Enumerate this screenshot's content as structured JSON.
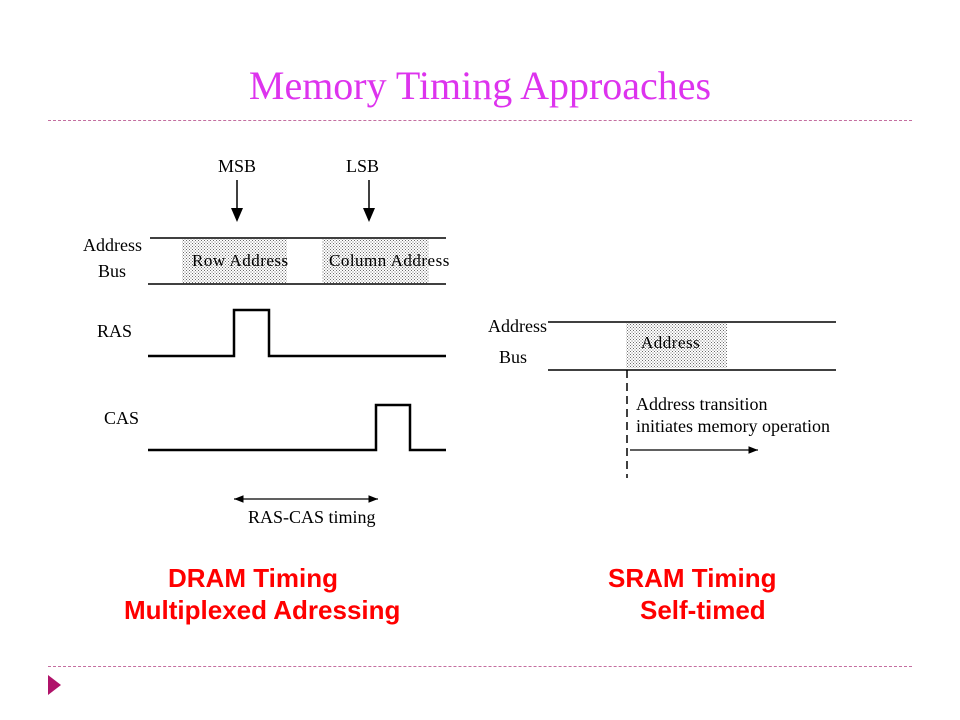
{
  "title": "Memory Timing Approaches",
  "dram": {
    "msb": "MSB",
    "lsb": "LSB",
    "address_label_1": "Address",
    "address_label_2": "Bus",
    "row_address": "Row Address",
    "column_address": "Column Address",
    "ras": "RAS",
    "cas": "CAS",
    "ras_cas_timing": "RAS-CAS timing",
    "caption_1": "DRAM Timing",
    "caption_2": "Multiplexed Adressing"
  },
  "sram": {
    "address_label_1": "Address",
    "address_label_2": "Bus",
    "address_box": "Address",
    "note_1": "Address transition",
    "note_2": "initiates memory operation",
    "caption_1": "SRAM Timing",
    "caption_2": "Self-timed"
  },
  "colors": {
    "title": "#dd33ee",
    "caption": "#ff0000",
    "rule": "#c46ea0",
    "nav_arrow": "#b0136a"
  },
  "icons": {
    "nav": "right-triangle-icon"
  }
}
